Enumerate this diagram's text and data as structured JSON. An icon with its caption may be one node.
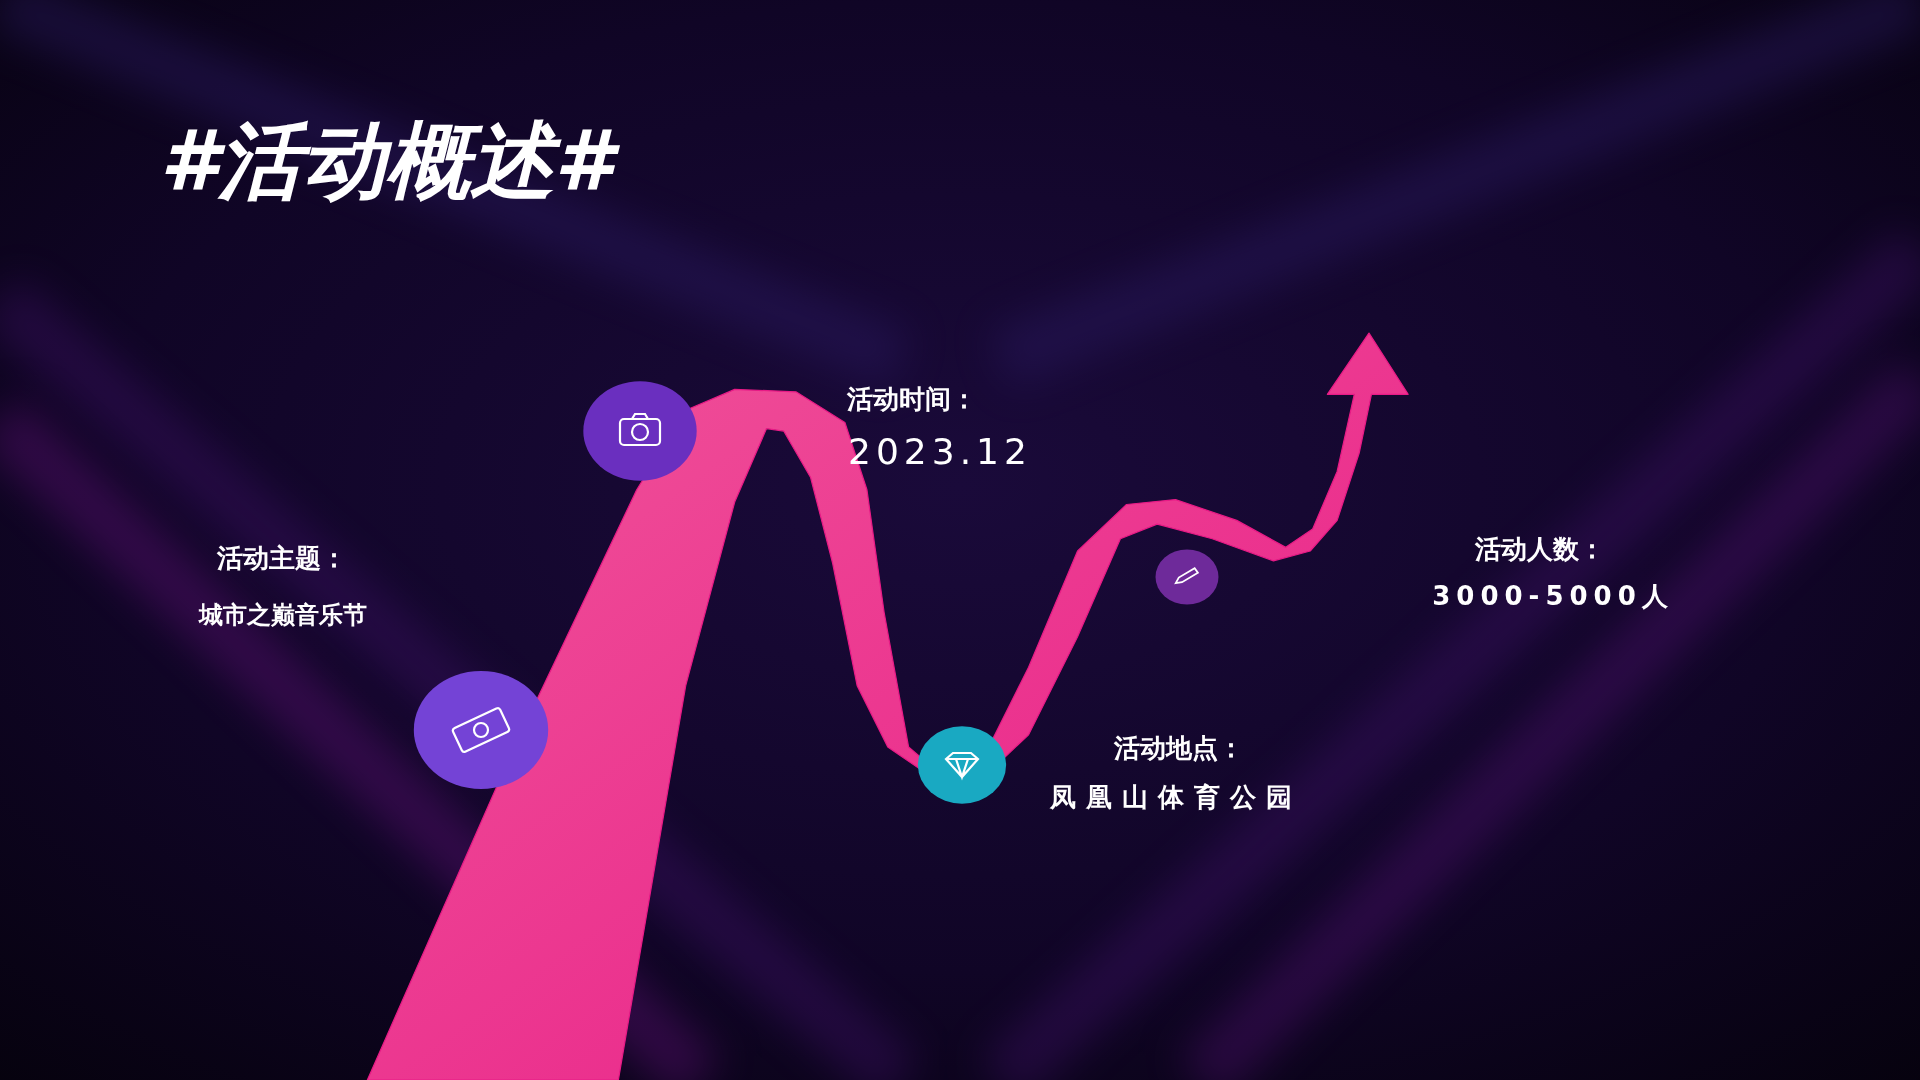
{
  "diagram": {
    "title": "#活动概述#",
    "labels": [
      "活动时间：",
      "2023.12",
      "活动主题：",
      "城市之巅音乐节",
      "活动人数：",
      "3000-5000人",
      "活动地点：",
      "凤凰山体育公园"
    ]
  }
}
